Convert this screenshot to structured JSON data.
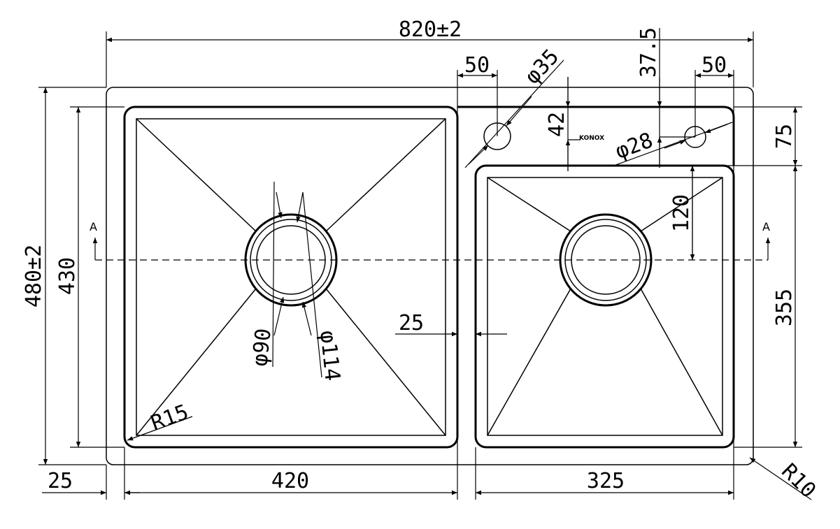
{
  "title": "Double bowl sink technical drawing",
  "brand_logo": "KONOX",
  "section_marker": "A",
  "dimensions": {
    "overall_width": "820±2",
    "overall_depth": "480±2",
    "bowl_depth_left": "430",
    "left_bowl_width": "420",
    "right_bowl_width": "325",
    "edge_offset": "25",
    "bowl_gap": "25",
    "deck_depth": "75",
    "right_bowl_depth": "355",
    "drain_offset": "120",
    "hole_offset_top": "42",
    "hole_offset_top_right": "37.5",
    "hole_from_edge_left": "50",
    "hole_from_edge_right": "50",
    "tap_hole": "φ35",
    "small_hole": "φ28",
    "drain_inner": "φ90",
    "drain_outer": "φ114",
    "bowl_radius": "R15",
    "corner_radius": "R10"
  }
}
